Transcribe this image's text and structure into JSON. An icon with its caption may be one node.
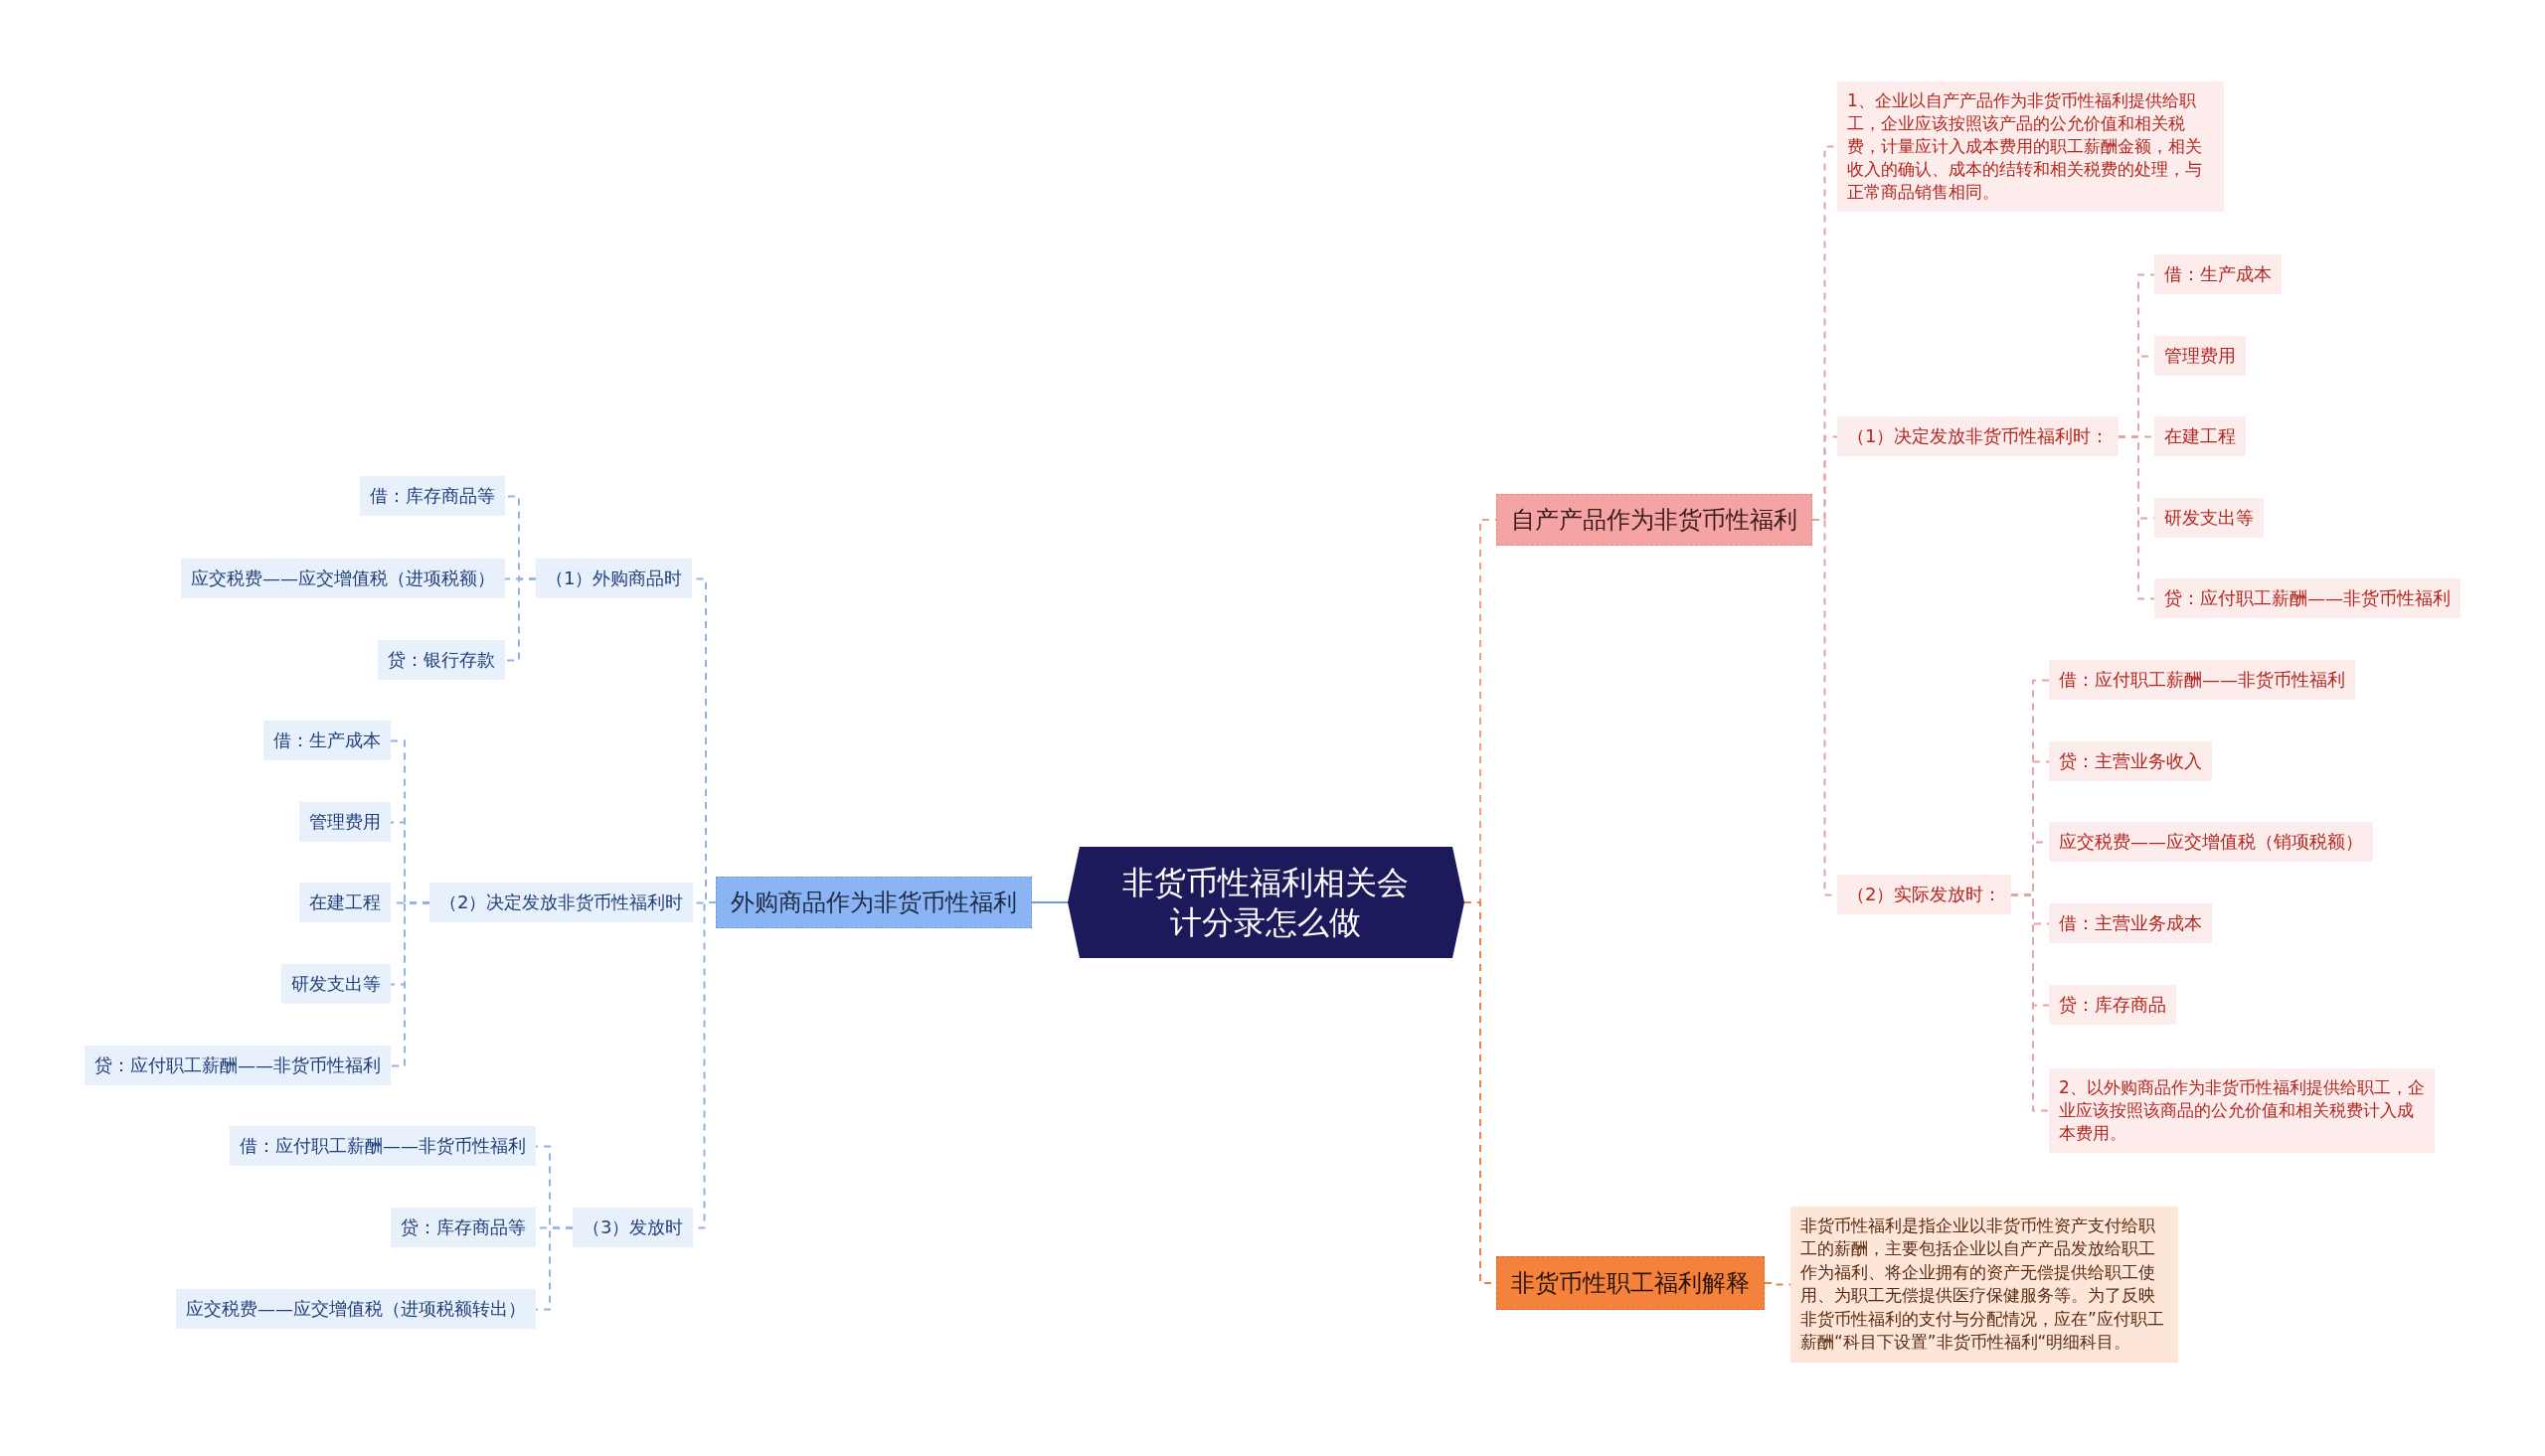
{
  "diagram": {
    "nodes": [
      {
        "text": [
          "非货币性福利相关会计分录怎么做"
        ]
      },
      {
        "text": [
          "外购商品作为非货币性福利"
        ]
      },
      {
        "text": [
          "（1）外购商品时"
        ]
      },
      {
        "text": [
          "借：库存商品等"
        ]
      },
      {
        "text": [
          "应交税费——应交增值税（进项税额）"
        ]
      },
      {
        "text": [
          "贷：银行存款"
        ]
      },
      {
        "text": [
          "（2）决定发放非货币性福利时"
        ]
      },
      {
        "text": [
          "借：生产成本"
        ]
      },
      {
        "text": [
          "管理费用"
        ]
      },
      {
        "text": [
          "在建工程"
        ]
      },
      {
        "text": [
          "研发支出等"
        ]
      },
      {
        "text": [
          "贷：应付职工薪酬——非货币性福利"
        ]
      },
      {
        "text": [
          "（3）发放时"
        ]
      },
      {
        "text": [
          "借：应付职工薪酬——非货币性福利"
        ]
      },
      {
        "text": [
          "贷：库存商品等"
        ]
      },
      {
        "text": [
          "应交税费——应交增值税（进项税额转出）"
        ]
      },
      {
        "text": [
          "自产产品作为非货币性福利"
        ]
      },
      {
        "text": [
          "1、企业以自产产品作为非货币性福利提供给职工，企业应该按照该产品的公允价值和相关税费，计量应计入成本费用的职工薪酬金额，相关收入的确认、成本的结转和相关税费的处理，与正常商品销售相同。"
        ]
      },
      {
        "text": [
          "（1）决定发放非货币性福利时："
        ]
      },
      {
        "text": [
          "借：生产成本"
        ]
      },
      {
        "text": [
          "管理费用"
        ]
      },
      {
        "text": [
          "在建工程"
        ]
      },
      {
        "text": [
          "研发支出等"
        ]
      },
      {
        "text": [
          "贷：应付职工薪酬——非货币性福利"
        ]
      },
      {
        "text": [
          "（2）实际发放时："
        ]
      },
      {
        "text": [
          "借：应付职工薪酬——非货币性福利"
        ]
      },
      {
        "text": [
          "贷：主营业务收入"
        ]
      },
      {
        "text": [
          "应交税费——应交增值税（销项税额）"
        ]
      },
      {
        "text": [
          "借：主营业务成本"
        ]
      },
      {
        "text": [
          "贷：库存商品"
        ]
      },
      {
        "text": [
          "2、以外购商品作为非货币性福利提供给职工，企业应该按照该商品的公允价值和相关税费计入成本费用。"
        ]
      },
      {
        "text": [
          "非货币性职工福利解释"
        ]
      },
      {
        "text": [
          "非货币性福利是指企业以非货币性资产支付给职工的薪酬，主要包括企业以自产产品发放给职工作为福利、将企业拥有的资产无偿提供给职工使用、为职工无偿提供医疗保健服务等。为了反映非货币性福利的支付与分配情况，应在”应付职工薪酬“科目下设置”非货币性福利“明细科目。"
        ]
      }
    ],
    "edges": [
      {
        "from": 0,
        "to": 1,
        "arrow": "none",
        "color": "#6f9be0"
      },
      {
        "from": 1,
        "to": 2,
        "arrow": "none",
        "style": "dashed",
        "color": "#8eb2ea"
      },
      {
        "from": 2,
        "to": 3,
        "arrow": "none",
        "style": "dashed",
        "color": "#8eb2ea"
      },
      {
        "from": 2,
        "to": 4,
        "arrow": "none",
        "style": "dashed",
        "color": "#8eb2ea"
      },
      {
        "from": 2,
        "to": 5,
        "arrow": "none",
        "style": "dashed",
        "color": "#8eb2ea"
      },
      {
        "from": 1,
        "to": 6,
        "arrow": "none",
        "style": "dashed",
        "color": "#8eb2ea"
      },
      {
        "from": 6,
        "to": 7,
        "arrow": "none",
        "style": "dashed",
        "color": "#8eb2ea"
      },
      {
        "from": 6,
        "to": 8,
        "arrow": "none",
        "style": "dashed",
        "color": "#8eb2ea"
      },
      {
        "from": 6,
        "to": 9,
        "arrow": "none",
        "style": "dashed",
        "color": "#8eb2ea"
      },
      {
        "from": 6,
        "to": 10,
        "arrow": "none",
        "style": "dashed",
        "color": "#8eb2ea"
      },
      {
        "from": 6,
        "to": 11,
        "arrow": "none",
        "style": "dashed",
        "color": "#8eb2ea"
      },
      {
        "from": 1,
        "to": 12,
        "arrow": "none",
        "style": "dashed",
        "color": "#8eb2ea"
      },
      {
        "from": 12,
        "to": 13,
        "arrow": "none",
        "style": "dashed",
        "color": "#8eb2ea"
      },
      {
        "from": 12,
        "to": 14,
        "arrow": "none",
        "style": "dashed",
        "color": "#8eb2ea"
      },
      {
        "from": 12,
        "to": 15,
        "arrow": "none",
        "style": "dashed",
        "color": "#8eb2ea"
      },
      {
        "from": 0,
        "to": 16,
        "arrow": "none",
        "style": "dashed",
        "color": "#e9a08a"
      },
      {
        "from": 16,
        "to": 17,
        "arrow": "none",
        "style": "dashed",
        "color": "#e9a2a2"
      },
      {
        "from": 16,
        "to": 18,
        "arrow": "none",
        "style": "dashed",
        "color": "#e9a2a2"
      },
      {
        "from": 18,
        "to": 19,
        "arrow": "none",
        "style": "dashed",
        "color": "#e9a2a2"
      },
      {
        "from": 18,
        "to": 20,
        "arrow": "none",
        "style": "dashed",
        "color": "#e9a2a2"
      },
      {
        "from": 18,
        "to": 21,
        "arrow": "none",
        "style": "dashed",
        "color": "#e9a2a2"
      },
      {
        "from": 18,
        "to": 22,
        "arrow": "none",
        "style": "dashed",
        "color": "#e9a2a2"
      },
      {
        "from": 18,
        "to": 23,
        "arrow": "none",
        "style": "dashed",
        "color": "#e9a2a2"
      },
      {
        "from": 16,
        "to": 24,
        "arrow": "none",
        "style": "dashed",
        "color": "#e9a2a2"
      },
      {
        "from": 24,
        "to": 25,
        "arrow": "none",
        "style": "dashed",
        "color": "#e9a2a2"
      },
      {
        "from": 24,
        "to": 26,
        "arrow": "none",
        "style": "dashed",
        "color": "#e9a2a2"
      },
      {
        "from": 24,
        "to": 27,
        "arrow": "none",
        "style": "dashed",
        "color": "#e9a2a2"
      },
      {
        "from": 24,
        "to": 28,
        "arrow": "none",
        "style": "dashed",
        "color": "#e9a2a2"
      },
      {
        "from": 24,
        "to": 29,
        "arrow": "none",
        "style": "dashed",
        "color": "#e9a2a2"
      },
      {
        "from": 24,
        "to": 30,
        "arrow": "none",
        "style": "dashed",
        "color": "#e9a2a2"
      },
      {
        "from": 0,
        "to": 31,
        "arrow": "none",
        "style": "dashed",
        "color": "#e5844a"
      },
      {
        "from": 31,
        "to": 32,
        "arrow": "none",
        "style": "dashed",
        "color": "#e5844a"
      }
    ]
  }
}
